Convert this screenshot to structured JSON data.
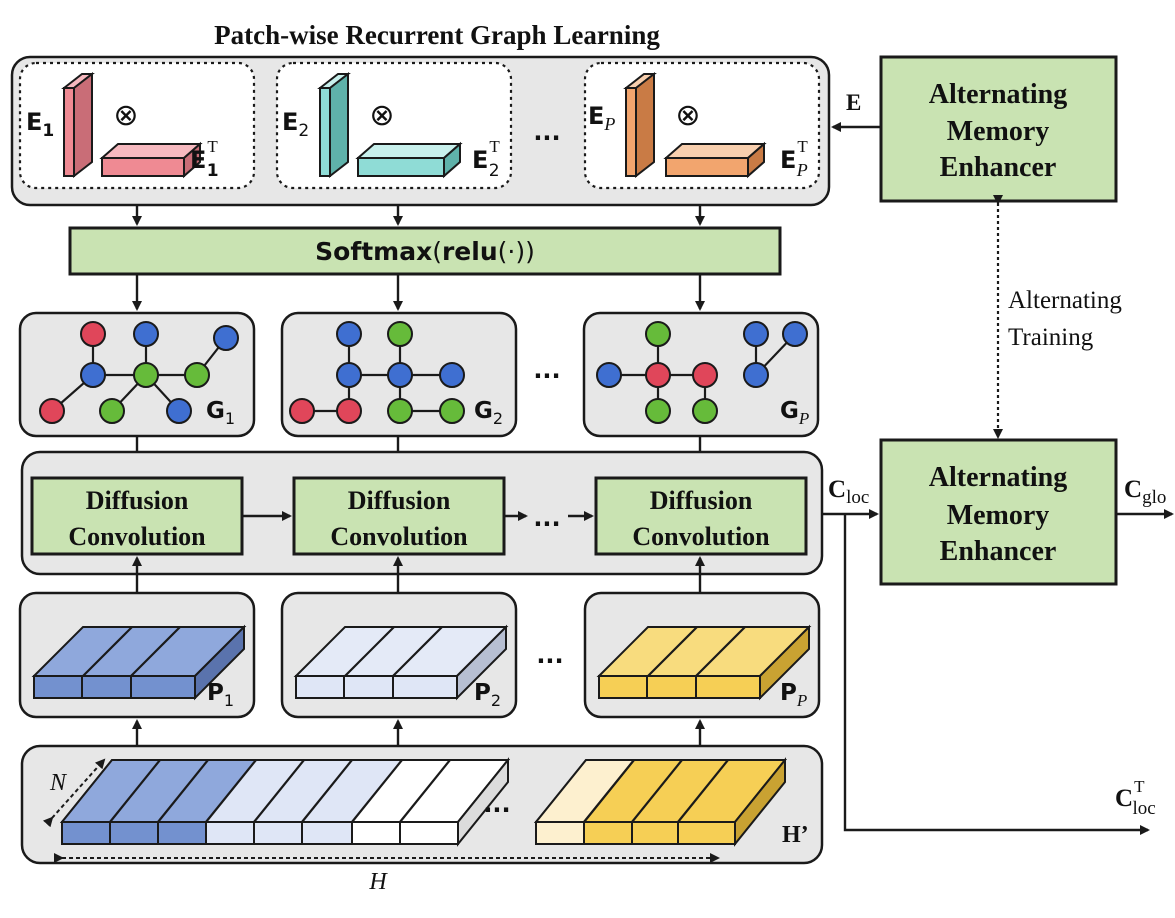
{
  "title": "Patch-wise Recurrent Graph Learning",
  "embeddings": [
    {
      "e": "E",
      "sub": "1",
      "et": "E",
      "etsub": "1",
      "sup": "T"
    },
    {
      "e": "E",
      "sub": "2",
      "et": "E",
      "etsub": "2",
      "sup": "T"
    },
    {
      "e": "E",
      "sub": "P",
      "et": "E",
      "etsub": "P",
      "sup": "T"
    }
  ],
  "otimes": "⊗",
  "ellipsis": "...",
  "softmax": {
    "part1": "Softmax",
    "part2": "(",
    "part3": "relu",
    "part4": "(·))"
  },
  "graphs": [
    {
      "letter": "G",
      "sub": "1"
    },
    {
      "letter": "G",
      "sub": "2"
    },
    {
      "letter": "G",
      "sub": "P"
    }
  ],
  "diffusion": {
    "line1": "Diffusion",
    "line2": "Convolution"
  },
  "patches": [
    {
      "letter": "P",
      "sub": "1"
    },
    {
      "letter": "P",
      "sub": "2"
    },
    {
      "letter": "P",
      "sub": "P"
    }
  ],
  "hidden": {
    "label": "H’",
    "n_label": "N",
    "h_label": "H"
  },
  "memory_top": {
    "line1": "Alternating",
    "line2": "Memory",
    "line3": "Enhancer",
    "edge_label": "E"
  },
  "memory_bottom": {
    "line1": "Alternating",
    "line2": "Memory",
    "line3": "Enhancer"
  },
  "alternating_training": {
    "line1": "Alternating",
    "line2": "Training"
  },
  "c_loc": {
    "letter": "C",
    "sub": "loc"
  },
  "c_glo": {
    "letter": "C",
    "sub": "glo"
  },
  "c_loc_t": {
    "letter": "C",
    "sub": "loc",
    "sup": "T"
  },
  "colors": {
    "green_block": "#c9e3b2",
    "panel_gray": "#e7e7e7",
    "node_red": "#e0465a",
    "node_blue": "#3f6fd1",
    "node_green": "#66bb3a",
    "emb1": "#ef8a93",
    "emb2": "#8fdcd6",
    "embP": "#f2a56e",
    "patch1": "#8fa8dc",
    "patch2": "#dfe6f6",
    "patchP": "#f6cf55"
  }
}
